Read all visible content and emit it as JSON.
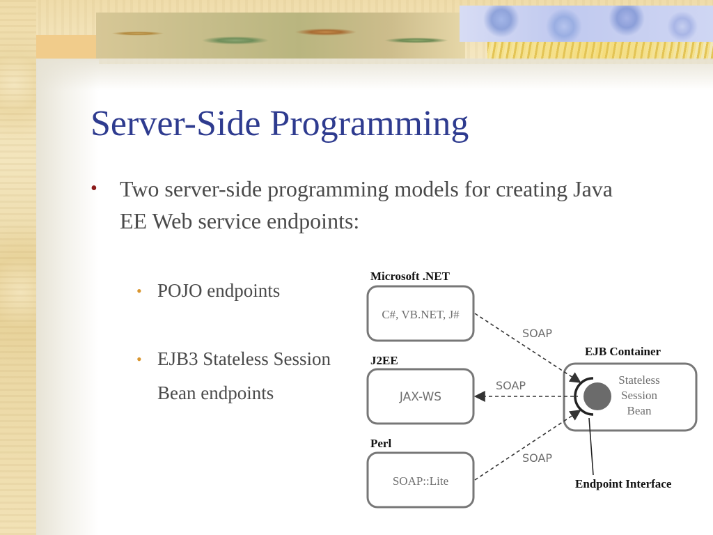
{
  "slide": {
    "title": "Server-Side Programming",
    "bullet_main": "Two server-side programming models for creating Java EE Web service endpoints:",
    "sub_bullets": [
      "POJO endpoints",
      "EJB3 Stateless Session Bean endpoints"
    ]
  },
  "diagram": {
    "clients": [
      {
        "platform": "Microsoft .NET",
        "box_label": "C#, VB.NET, J#",
        "link_label": "SOAP"
      },
      {
        "platform": "J2EE",
        "box_label": "JAX-WS",
        "link_label": "SOAP"
      },
      {
        "platform": "Perl",
        "box_label": "SOAP::Lite",
        "link_label": "SOAP"
      }
    ],
    "container": {
      "title": "EJB Container",
      "bean_lines": [
        "Stateless",
        "Session",
        "Bean"
      ],
      "interface_label": "Endpoint Interface"
    }
  },
  "colors": {
    "title": "#2e3b8f",
    "body_text": "#4a4a4a",
    "main_bullet": "#8b1a1a",
    "sub_bullet": "#d9962f"
  }
}
